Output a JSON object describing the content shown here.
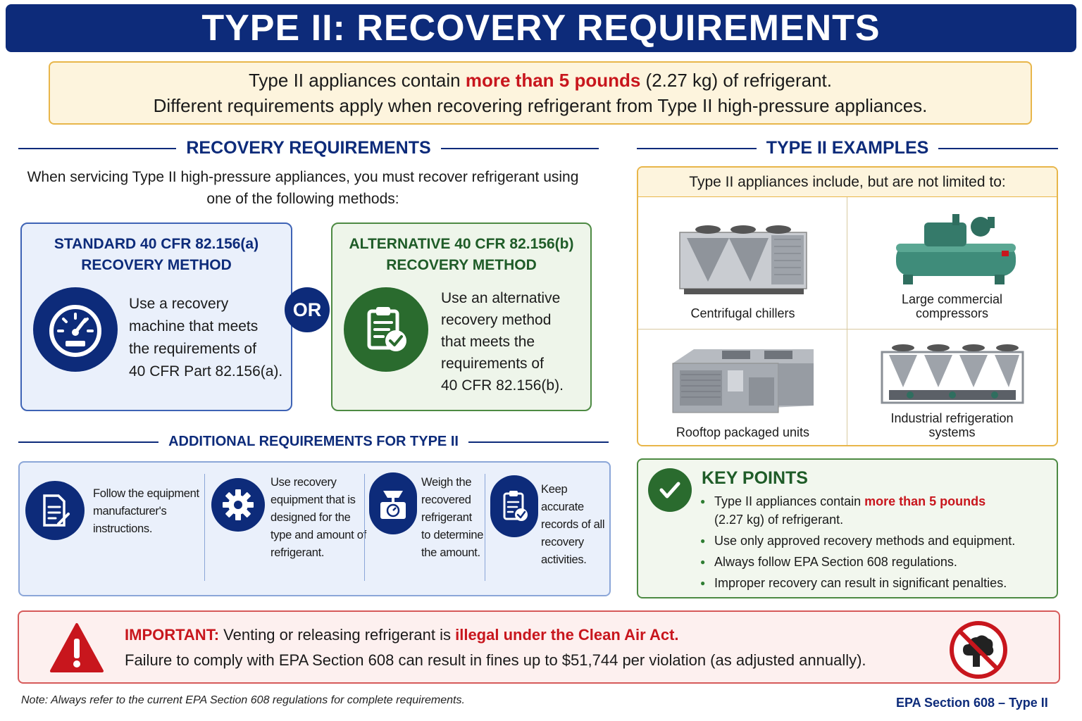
{
  "title": "TYPE II: RECOVERY REQUIREMENTS",
  "intro": {
    "line1_pre": "Type II appliances contain ",
    "line1_highlight": "more than 5 pounds",
    "line1_post": " (2.27 kg) of refrigerant.",
    "line2": "Different requirements apply when recovering refrigerant from Type II high-pressure appliances."
  },
  "recovery": {
    "heading": "RECOVERY REQUIREMENTS",
    "description": "When servicing Type II high-pressure appliances, you must recover refrigerant using one of the following methods:",
    "standard": {
      "title_line1": "STANDARD 40 CFR 82.156(a)",
      "title_line2": "RECOVERY METHOD",
      "text": [
        "Use a recovery",
        "machine that meets",
        "the requirements of",
        "40 CFR Part 82.156(a)."
      ]
    },
    "or_label": "OR",
    "alternative": {
      "title_line1": "ALTERNATIVE 40 CFR 82.156(b)",
      "title_line2": "RECOVERY METHOD",
      "text": [
        "Use an alternative",
        "recovery method",
        "that meets the",
        "requirements of",
        "40 CFR 82.156(b)."
      ]
    }
  },
  "examples": {
    "heading": "TYPE II EXAMPLES",
    "intro": "Type II appliances include, but are not limited to:",
    "items": [
      {
        "caption": "Centrifugal chillers",
        "icon": "chiller-icon"
      },
      {
        "caption_line1": "Large commercial",
        "caption_line2": "compressors",
        "icon": "compressor-icon"
      },
      {
        "caption": "Rooftop packaged units",
        "icon": "rooftop-unit-icon"
      },
      {
        "caption_line1": "Industrial refrigeration",
        "caption_line2": "systems",
        "icon": "refrigeration-system-icon"
      }
    ]
  },
  "additional": {
    "heading": "ADDITIONAL REQUIREMENTS FOR TYPE II",
    "items": [
      {
        "lines": [
          "Follow the equipment",
          "manufacturer's",
          "instructions."
        ],
        "icon": "document-pen-icon"
      },
      {
        "lines": [
          "Use recovery",
          "equipment that is",
          "designed for the",
          "type and amount of",
          "refrigerant."
        ],
        "icon": "gear-icon"
      },
      {
        "lines": [
          "Weigh the",
          "recovered",
          "refrigerant",
          "to determine",
          "the amount."
        ],
        "icon": "scale-icon"
      },
      {
        "lines": [
          "Keep accurate",
          "records of all",
          "recovery",
          "activities."
        ],
        "icon": "clipboard-check-icon"
      }
    ]
  },
  "key_points": {
    "title": "KEY POINTS",
    "p1_pre": "Type II appliances contain ",
    "p1_highlight": "more than 5 pounds",
    "p1_post": "(2.27 kg) of refrigerant.",
    "p2": "Use only approved recovery methods and equipment.",
    "p3": "Always follow EPA Section 608 regulations.",
    "p4": "Improper recovery can result in significant penalties."
  },
  "important": {
    "label": "IMPORTANT:",
    "line1_mid": " Venting or releasing refrigerant is ",
    "line1_highlight": "illegal under the Clean Air Act.",
    "line2": "Failure to comply with EPA Section 608 can result in fines up to $51,744 per violation (as adjusted annually)."
  },
  "note": "Note: Always refer to the current EPA Section 608 regulations for complete requirements.",
  "footer_tag": "EPA Section 608 – Type II",
  "colors": {
    "navy": "#0d2b7a",
    "green": "#1f5c28",
    "red": "#c8161d",
    "gold": "#e8b64a"
  }
}
